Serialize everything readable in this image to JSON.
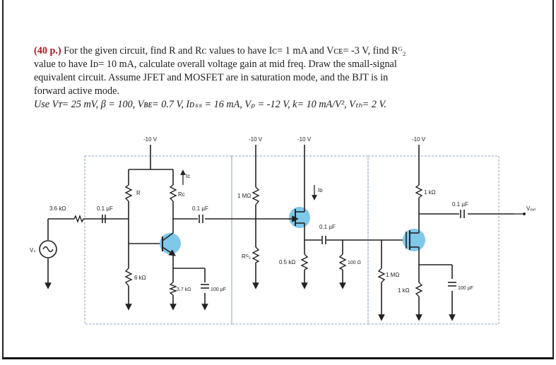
{
  "problem": {
    "points": "(40 p.)",
    "line1": " For the given circuit, find R and Rᴄ values to have Iᴄ= 1 mA and Vᴄᴇ= -3 V, find Rᴳ₂",
    "line2": "value to have Iᴅ= 10 mA, calculate overall voltage gain at mid freq. Draw the small-signal",
    "line3": "equivalent circuit. Assume JFET and MOSFET are in saturation mode, and the BJT is in",
    "line4": "forward active mode.",
    "given": "Use Vᴛ= 25 mV, β = 100, Vʙᴇ= 0.7 V, Iᴅₛₛ = 16 mA, Vₚ = -12 V, k= 10 mA/V², Vₜₕ= 2 V."
  },
  "circuit": {
    "supply1": "-10 V",
    "supply2": "-10 V",
    "supply3": "-10 V",
    "supply4": "-10 V",
    "r_source": "3.6 kΩ",
    "c_in": "0.1 µF",
    "r_label": "R",
    "rc_label": "Rᴄ",
    "ic_label": "Iᴄ",
    "c_couple1": "0.1 µF",
    "r_emitter": "6 kΩ",
    "r_emitter2": "3.7 kΩ",
    "c_bypass1": "100 µF",
    "r_gate1": "1 MΩ",
    "rg2_label": "Rᴳ₂",
    "id_label": "Iᴅ",
    "r_source_jfet": "0.5 kΩ",
    "c_couple2": "0.1 µF",
    "r_100": "100 Ω",
    "r_drain_mos": "1 kΩ",
    "r_gate_mos": "1 MΩ",
    "r_source_mos": "1 kΩ",
    "c_bypass2": "100 µF",
    "c_out": "0.1 µF",
    "vout_label": "Vₒᵤₜ",
    "vs_label": "Vₛ"
  }
}
